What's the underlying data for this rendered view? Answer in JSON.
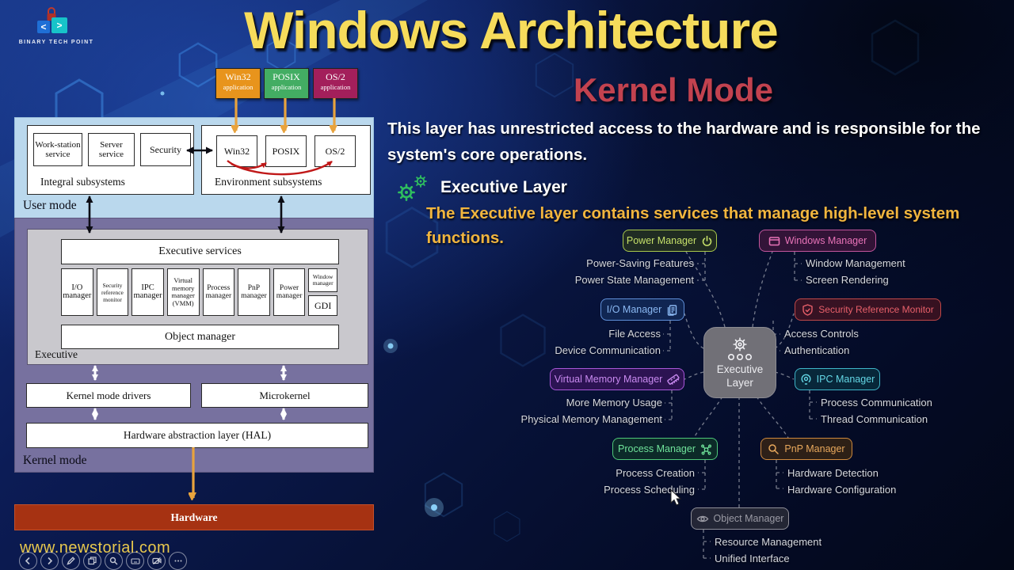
{
  "branding": {
    "logo_title": "BINARY TECH POINT",
    "website": "www.newstorial.com"
  },
  "header": {
    "title": "Windows Architecture",
    "subtitle": "Kernel Mode"
  },
  "kernel_intro": "This layer has unrestricted access to the hardware and is responsible for the system's core operations.",
  "executive_intro": {
    "heading": "Executive Layer",
    "description": "The Executive layer contains services that manage high-level system functions."
  },
  "apps": [
    {
      "name": "Win32",
      "type": "application",
      "color": "#E8941C"
    },
    {
      "name": "POSIX",
      "type": "application",
      "color": "#43AD63"
    },
    {
      "name": "OS/2",
      "type": "application",
      "color": "#A31F5B"
    }
  ],
  "legacy": {
    "user_mode_label": "User mode",
    "integral_label": "Integral subsystems",
    "integral_items": [
      "Work-station service",
      "Server service",
      "Security"
    ],
    "environment_label": "Environment subsystems",
    "environment_items": [
      "Win32",
      "POSIX",
      "OS/2"
    ],
    "executive_services": "Executive services",
    "managers": [
      "I/O manager",
      "Security reference monitor",
      "IPC manager",
      "Virtual memory manager (VMM)",
      "Process manager",
      "PnP manager",
      "Power manager"
    ],
    "window_manager": "Window manager",
    "gdi": "GDI",
    "object_manager": "Object manager",
    "executive_label": "Executive",
    "kernel_mode_drivers": "Kernel mode drivers",
    "microkernel": "Microkernel",
    "hal": "Hardware abstraction layer (HAL)",
    "kernel_mode_label": "Kernel mode",
    "hardware": "Hardware"
  },
  "mindmap": {
    "center": {
      "label": "Executive Layer",
      "icon": "gears-icon"
    },
    "nodes": [
      {
        "label": "Power Manager",
        "icon": "power-icon",
        "color": "#A8C84B",
        "items": [
          "Power-Saving Features",
          "Power State Management"
        ]
      },
      {
        "label": "Windows Manager",
        "icon": "window-icon",
        "color": "#C2559C",
        "items": [
          "Window Management",
          "Screen Rendering"
        ]
      },
      {
        "label": "I/O Manager",
        "icon": "document-icon",
        "color": "#5F8FD8",
        "items": [
          "File Access",
          "Device Communication"
        ]
      },
      {
        "label": "Security Reference Monitor",
        "icon": "shield-check-icon",
        "color": "#C04848",
        "items": [
          "Access Controls",
          "Authentication"
        ]
      },
      {
        "label": "Virtual Memory Manager",
        "icon": "ram-icon",
        "color": "#A957D8",
        "items": [
          "More Memory Usage",
          "Physical Memory Management"
        ]
      },
      {
        "label": "IPC Manager",
        "icon": "broadcast-icon",
        "color": "#3FB6C9",
        "items": [
          "Process Communication",
          "Thread Communication"
        ]
      },
      {
        "label": "Process Manager",
        "icon": "molecule-icon",
        "color": "#4EC878",
        "items": [
          "Process Creation",
          "Process Scheduling"
        ]
      },
      {
        "label": "PnP Manager",
        "icon": "magnifier-icon",
        "color": "#CF8A3E",
        "items": [
          "Hardware Detection",
          "Hardware Configuration"
        ]
      },
      {
        "label": "Object Manager",
        "icon": "eye-icon",
        "color": "#8F8F98",
        "items": [
          "Resource Management",
          "Unified Interface"
        ]
      }
    ]
  },
  "presenter_controls": [
    "previous",
    "next",
    "pen",
    "slides",
    "zoom",
    "keyboard",
    "camera-off",
    "more"
  ]
}
